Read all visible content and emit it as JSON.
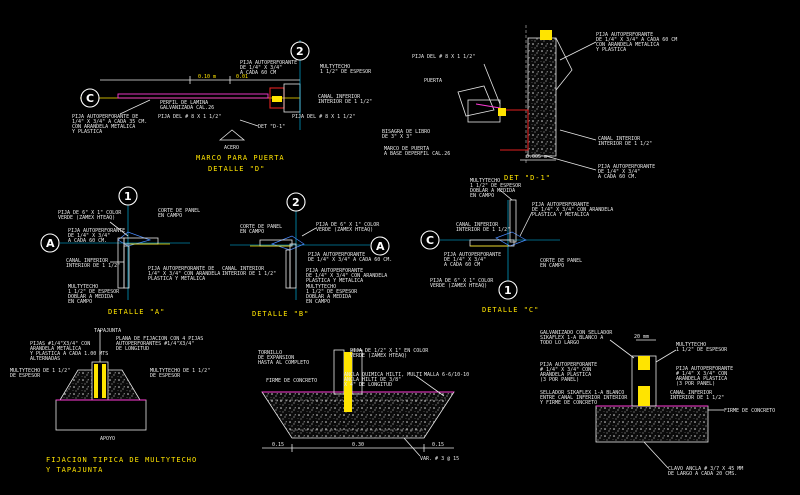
{
  "det_d": {
    "callout_letter": "C",
    "callout_number": "2",
    "dim_top": "0.10 m",
    "dim_top2": "0.01",
    "note_pija_top": [
      "PIJA AUTOPERFORANTE",
      "DE 1/4\" X 3/4\"",
      "A CADA 60 CM"
    ],
    "note_multytecho": [
      "MULTYTECHO",
      "1 1/2\" DE ESPESOR"
    ],
    "note_perfil": [
      "PERFIL DE LAMINA",
      "GALVANIZADA CAL.26"
    ],
    "note_pija_del": "PIJA DEL # 8 X 1 1/2\"",
    "note_canal": [
      "CANAL INFERIOR",
      "INTERIOR DE 1 1/2\""
    ],
    "note_pija_left": [
      "PIJA AUTOPERFORANTE DE",
      "1/4\" X 3/4\" A CADA 35 CM.",
      "CON ARANDELA METALICA",
      "Y PLASTICA"
    ],
    "note_pija_right": "PIJA DEL # 8 X 1 1/2\"",
    "det_label": "DET \"D-1\"",
    "note_acero": "ACERO",
    "title_1": "MARCO PARA PUERTA",
    "title_2": "DETALLE \"D\""
  },
  "det_d1": {
    "note_pija_top": "PIJA DEL # 8 X 1 1/2\"",
    "note_puerta": "PUERTA",
    "note_bisagra": [
      "BISAGRA DE LIBRO",
      "DE 3\" X 3\""
    ],
    "note_marco": [
      "MARCO DE PUERTA",
      "A BASE DEPERFIL CAL.26"
    ],
    "note_auto_top": [
      "PIJA AUTOPERFORANTE",
      "DE 1/4\" X 3/4\" A CADA 60 CM",
      "CON ARANDELA METALICA",
      "Y PLASTICA"
    ],
    "note_canal": [
      "CANAL INTERIOR",
      "INTERIOR DE 1 1/2\""
    ],
    "note_auto_bot": [
      "PIJA AUTOPERFORANTE",
      "DE 1/4\" X 3/4\"",
      "A CADA 60 CM."
    ],
    "dim": "0.005 m",
    "title": "DET \"D-1\""
  },
  "det_a": {
    "callout_letter": "A",
    "callout_number": "1",
    "note_pija": [
      "PIJA DE 6\" X 1\" COLOR",
      "VERDE (ZAMEX HTEAQ)"
    ],
    "note_corte": [
      "CORTE DE PANEL",
      "EN CAMPO"
    ],
    "note_pija_auto": [
      "PIJA AUTOPERFORANTE",
      "DE 1/4\" X 3/4\"",
      "A CADA 60 CM."
    ],
    "note_canal": [
      "CANAL INFERIOR",
      "INTERIOR DE 1 1/2\""
    ],
    "note_pija_arandela": [
      "PIJA AUTOPERFORANTE DE",
      "1/4\" X 3/4\" CON ARANDELA",
      "PLASTICA Y METALICA"
    ],
    "note_multy": [
      "MULTYTECHO",
      "1 1/2\" DE ESPESOR",
      "DOBLAR A MEDIDA",
      "EN CAMPO"
    ],
    "title": "DETALLE \"A\""
  },
  "det_b": {
    "callout_letter": "A",
    "callout_number": "2",
    "note_corte": [
      "CORTE DE PANEL",
      "EN CAMPO"
    ],
    "note_pija_color": [
      "PIJA DE 6\" X 1\" COLOR",
      "VERDE (ZAMEX HTEAQ)"
    ],
    "note_pija_auto": [
      "PIJA AUTOPERFORANTE",
      "DE 1/4\" X 3/4\" A CADA 60 CM."
    ],
    "note_canal": [
      "CANAL INTERIOR",
      "INTERIOR DE 1 1/2\""
    ],
    "note_pija_arandela": [
      "PIJA AUTOPERFORANTE",
      "DE 1/4\" X 3/4\" CON ARANDELA",
      "PLASTICA Y METALICA"
    ],
    "note_multy": [
      "MULTYTECHO",
      "1 1/2\" DE ESPESOR",
      "DOBLAR A MEDIDA",
      "EN CAMPO"
    ],
    "title": "DETALLE \"B\""
  },
  "det_c": {
    "callout_letter": "C",
    "callout_number": "1",
    "note_multy": [
      "MULTYTECHO",
      "1 1/2\" DE ESPESOR",
      "DOBLAR A MEDIDA",
      "EN CAMPO"
    ],
    "note_pija_auto": [
      "PIJA AUTOPERFORANTE",
      "DE 1/4\" X 3/4\" CON ARANDELA",
      "PLASTICA Y METALICA"
    ],
    "note_canal": [
      "CANAL INFERIOR",
      "INTERIOR DE 1 1/2\""
    ],
    "note_pija_left": [
      "PIJA AUTOPERFORANTE",
      "DE 1/4\" X 3/4\"",
      "A CADA 60 CM"
    ],
    "note_corte": [
      "CORTE DE PANEL",
      "EN CAMPO"
    ],
    "note_pija_color": [
      "PIJA DE 6\" X 1\" COLOR",
      "VERDE (ZAMEX HTEAQ)"
    ],
    "title": "DETALLE \"C\""
  },
  "fij": {
    "note_tapajunta": "TAPAJUNTA",
    "note_pijas": [
      "PIJAS #1/4\"X3/4\" CON",
      "ARANDELA METALICA",
      "Y PLASTICA A CADA 1.00 MTS",
      "ALTERNADAS"
    ],
    "note_plana": [
      "PLANA DE FIJACION CON 4 PIJAS",
      "AUTOPERFORANTES #1/4\"X3/4\"",
      "DE LONGITUD"
    ],
    "note_multy_left": [
      "MULTYTECHO DE 1 1/2\"",
      "DE ESPESOR"
    ],
    "note_multy_right": [
      "MULTYTECHO DE 1 1/2\"",
      "DE ESPESOR"
    ],
    "note_apoyo": "APOYO",
    "title_1": "FIJACION TIPICA DE MULTYTECHO",
    "title_2": "Y TAPAJUNTA"
  },
  "zap": {
    "note_pija_top": [
      "PIJA DE 1/2\" X 1\" EN COLOR",
      "VERDE (ZAMEX HTEAQ)"
    ],
    "note_tornillo": [
      "TORNILLO",
      "DE EXPANSION",
      "HASTA AL COMPLETO"
    ],
    "note_firme": "FIRME DE CONCRETO",
    "note_malla": "MALLA 6-6/10-10",
    "note_anclas": [
      "ANCLA QUIMICA HILTI, MULTI",
      "ANCLA HILTI DE 3/8\"",
      "X 4\" DE LONGITUD"
    ],
    "dim_left": "0.15",
    "dim_mid": "0.30",
    "dim_right": "0.15",
    "note_varilla": "VAR. # 3 @ 15"
  },
  "det_r": {
    "note_galvanizado": [
      "GALVANIZADO CON SELLADOR",
      "SIKAFLEX 1-A BLANCO A",
      "TODO LO LARGO"
    ],
    "note_multy": [
      "MULTYTECHO",
      "1 1/2\" DE ESPESOR"
    ],
    "dim_top": "20 mm",
    "note_pija_auto": [
      "PIJA AUTOPERFORANTE",
      "# 1/4\" X 3/4\" CON",
      "ARANDELA PLASTICA",
      "(3 POR PANEL)"
    ],
    "note_pija_auto2": [
      "PIJA AUTOPERFORANTE",
      "# 1/4\" X 3/4\" CON",
      "ARANDELA PLASTICA",
      "(3 POR PANEL)"
    ],
    "note_sellador": [
      "SELLADOR SIKAFLEX 1-A BLANCO",
      "ENTRE CANAL INFERIOR INTERIOR",
      "Y FIRME DE CONCRETO"
    ],
    "note_canal": [
      "CANAL INFERIOR",
      "INTERIOR DE 1 1/2\""
    ],
    "note_firme": "FIRME DE CONCRETO",
    "note_clavo": [
      "CLAVO ANCLA # 3/7 X 45 MM",
      "DE LARGO A CADA 20 CMS."
    ]
  }
}
